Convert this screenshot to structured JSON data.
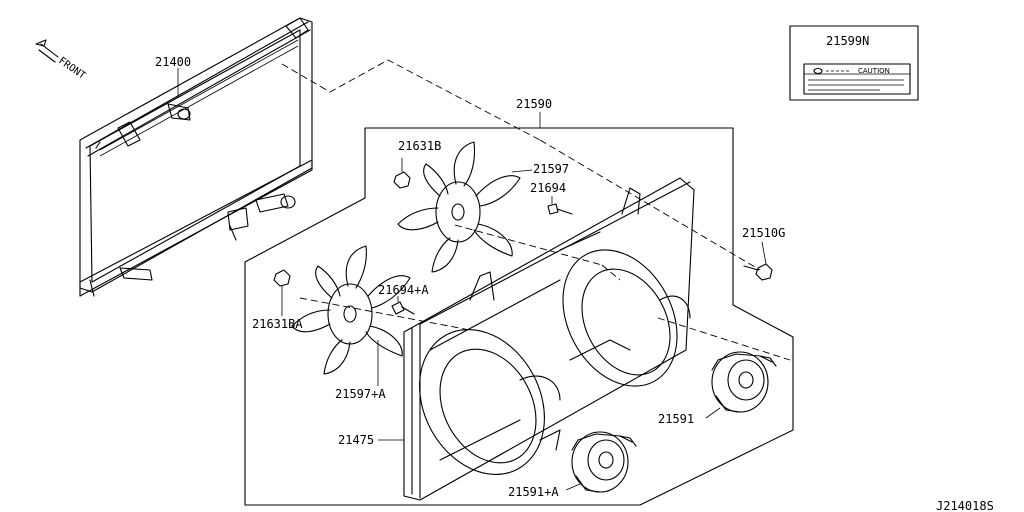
{
  "diagram_id": "J214018S",
  "front_label": "FRONT",
  "caution_box": {
    "part_number": "21599N",
    "caution_text": "CAUTION"
  },
  "parts": {
    "radiator": "21400",
    "fan_shroud_assembly": "21590",
    "cap_nut_right": "21631B",
    "fan_right": "21597",
    "bolt_right": "21694",
    "bolt_side": "21510G",
    "bolt_left": "21694+A",
    "cap_nut_left": "21631BA",
    "fan_left": "21597+A",
    "shroud": "21475",
    "motor_right": "21591",
    "motor_left": "21591+A"
  }
}
